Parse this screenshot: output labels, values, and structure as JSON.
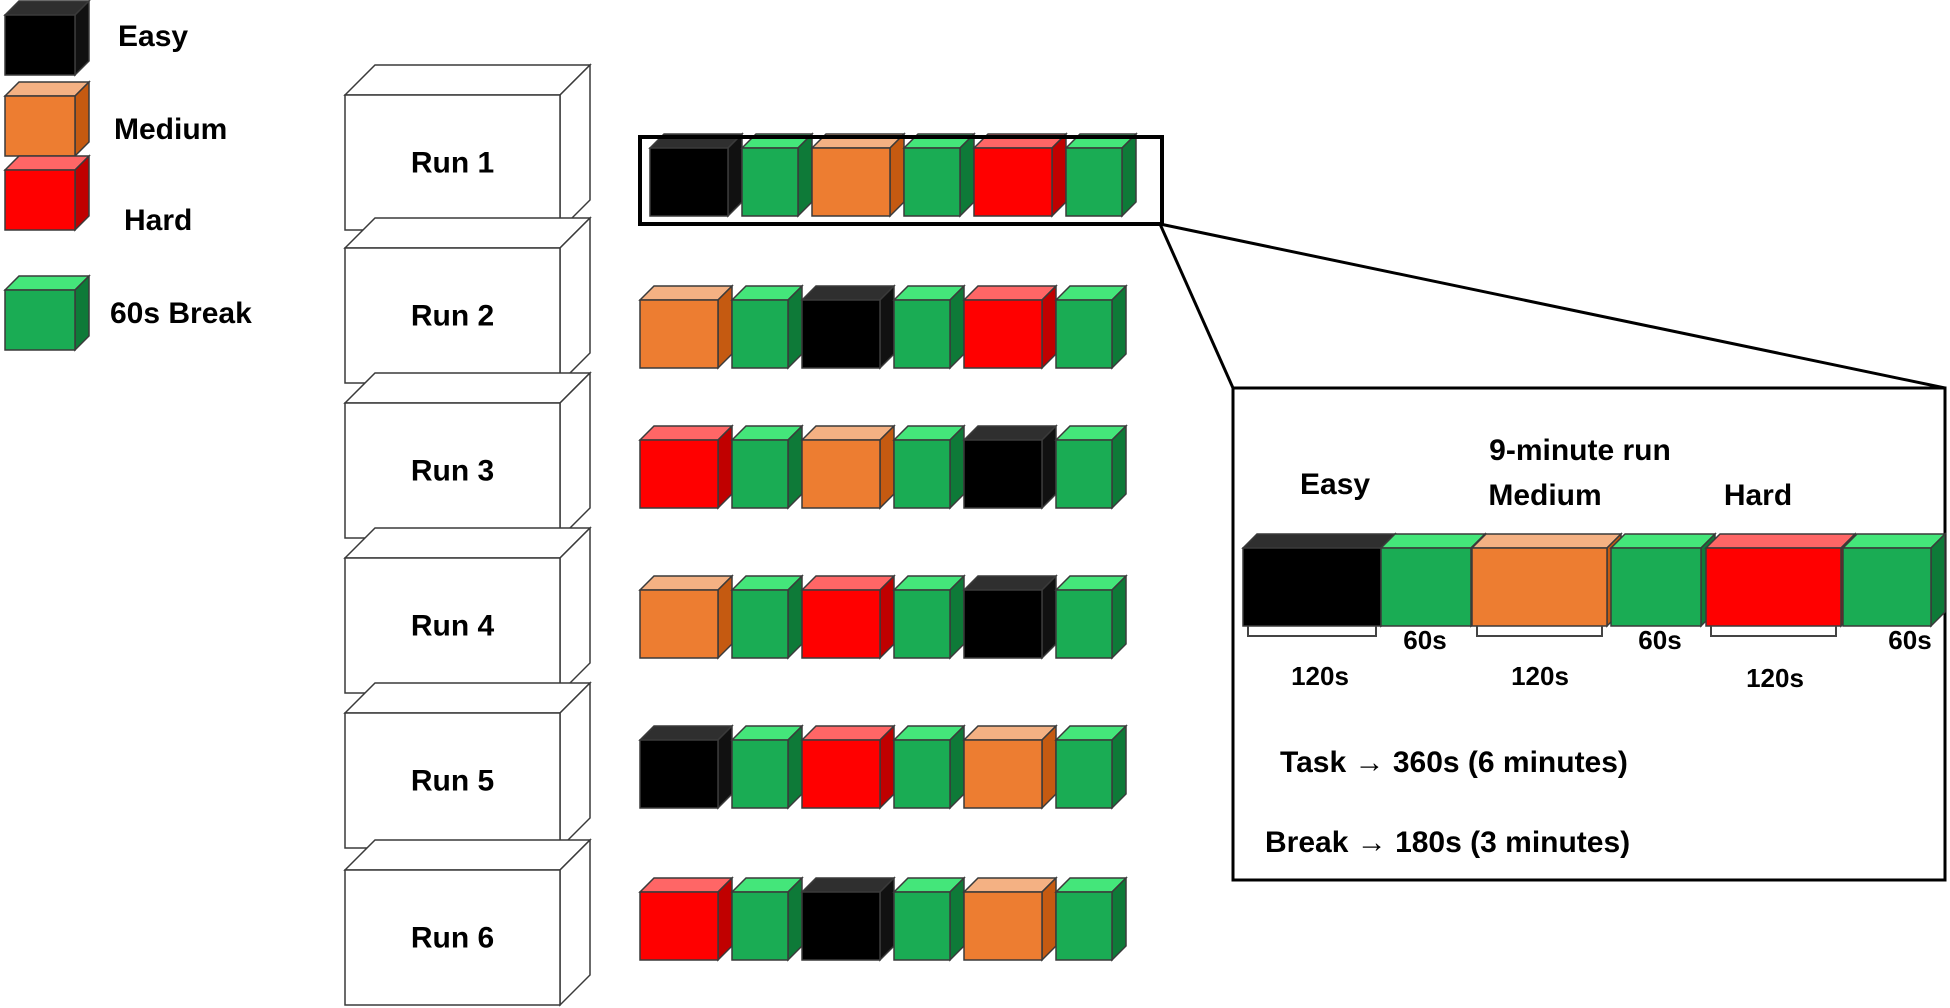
{
  "colors": {
    "easy": {
      "front": "#000000",
      "top": "#2f2f2f",
      "side": "#111111"
    },
    "medium": {
      "front": "#ed7d31",
      "top": "#f4b183",
      "side": "#c55a11"
    },
    "hard": {
      "front": "#ff0000",
      "top": "#ff6666",
      "side": "#c00000"
    },
    "break": {
      "front": "#1aac54",
      "top": "#44e67a",
      "side": "#0e7a38"
    }
  },
  "legend": [
    {
      "kind": "easy",
      "label": "Easy"
    },
    {
      "kind": "medium",
      "label": "Medium"
    },
    {
      "kind": "hard",
      "label": "Hard"
    },
    {
      "kind": "break",
      "label": "60s Break"
    }
  ],
  "runs": [
    {
      "label": "Run 1",
      "sequence": [
        "easy",
        "break",
        "medium",
        "break",
        "hard",
        "break"
      ]
    },
    {
      "label": "Run 2",
      "sequence": [
        "medium",
        "break",
        "easy",
        "break",
        "hard",
        "break"
      ]
    },
    {
      "label": "Run 3",
      "sequence": [
        "hard",
        "break",
        "medium",
        "break",
        "easy",
        "break"
      ]
    },
    {
      "label": "Run 4",
      "sequence": [
        "medium",
        "break",
        "hard",
        "break",
        "easy",
        "break"
      ]
    },
    {
      "label": "Run 5",
      "sequence": [
        "easy",
        "break",
        "hard",
        "break",
        "medium",
        "break"
      ]
    },
    {
      "label": "Run 6",
      "sequence": [
        "hard",
        "break",
        "easy",
        "break",
        "medium",
        "break"
      ]
    }
  ],
  "detail": {
    "title": "9-minute run",
    "labels": [
      "Easy",
      "Medium",
      "Hard"
    ],
    "sequence": [
      "easy",
      "break",
      "medium",
      "break",
      "hard",
      "break"
    ],
    "durations": [
      "120s",
      "60s",
      "120s",
      "60s",
      "120s",
      "60s"
    ],
    "task_summary": "Task → 360s (6 minutes)",
    "break_summary": "Break → 180s (3 minutes)"
  }
}
